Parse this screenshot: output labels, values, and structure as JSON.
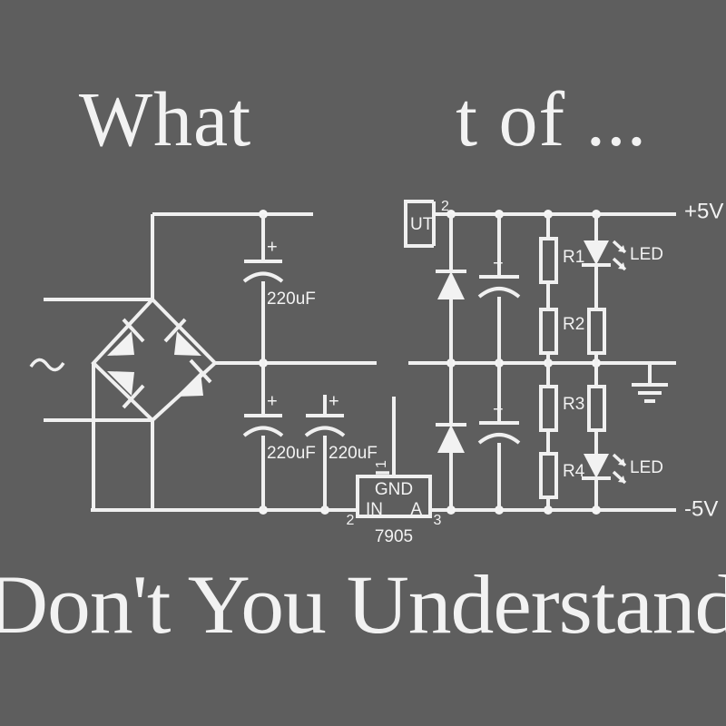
{
  "meme": {
    "top_text": "What          t of ...",
    "bottom_text": "Don't You Understand?"
  },
  "theme": {
    "background": "#5e5e5e",
    "ink": "#f0f0f0"
  },
  "circuit": {
    "title": "dual rail +/-5V linear power supply schematic",
    "ac_source_symbol": "~",
    "rails": {
      "positive_label": "+5V",
      "negative_label": "-5V"
    },
    "capacitors": [
      {
        "id": "c1",
        "value": "220uF",
        "polarity": "+"
      },
      {
        "id": "c2",
        "value": "220uF",
        "polarity": "+"
      },
      {
        "id": "c3",
        "value": "220uF",
        "polarity": "+"
      },
      {
        "id": "c4",
        "value": "",
        "polarity": "+"
      },
      {
        "id": "c5",
        "value": "",
        "polarity": "+"
      }
    ],
    "regulator": {
      "part": "7905",
      "pin_in_label": "IN",
      "pin_gnd_label": "GND",
      "pin_a_label": "A",
      "pin_in_number": "2",
      "pin_a_number": "3",
      "pin_gnd_number": "1"
    },
    "upper_regulator": {
      "partial_label": "UT",
      "pin_number": "2"
    },
    "resistors": [
      {
        "id": "r1",
        "label": "R1"
      },
      {
        "id": "r2",
        "label": "R2"
      },
      {
        "id": "r3",
        "label": "R3"
      },
      {
        "id": "r4",
        "label": "R4"
      }
    ],
    "leds": [
      {
        "id": "led1",
        "label": "LED"
      },
      {
        "id": "led2",
        "label": "LED"
      }
    ],
    "ground_symbol": "earth-ground"
  }
}
